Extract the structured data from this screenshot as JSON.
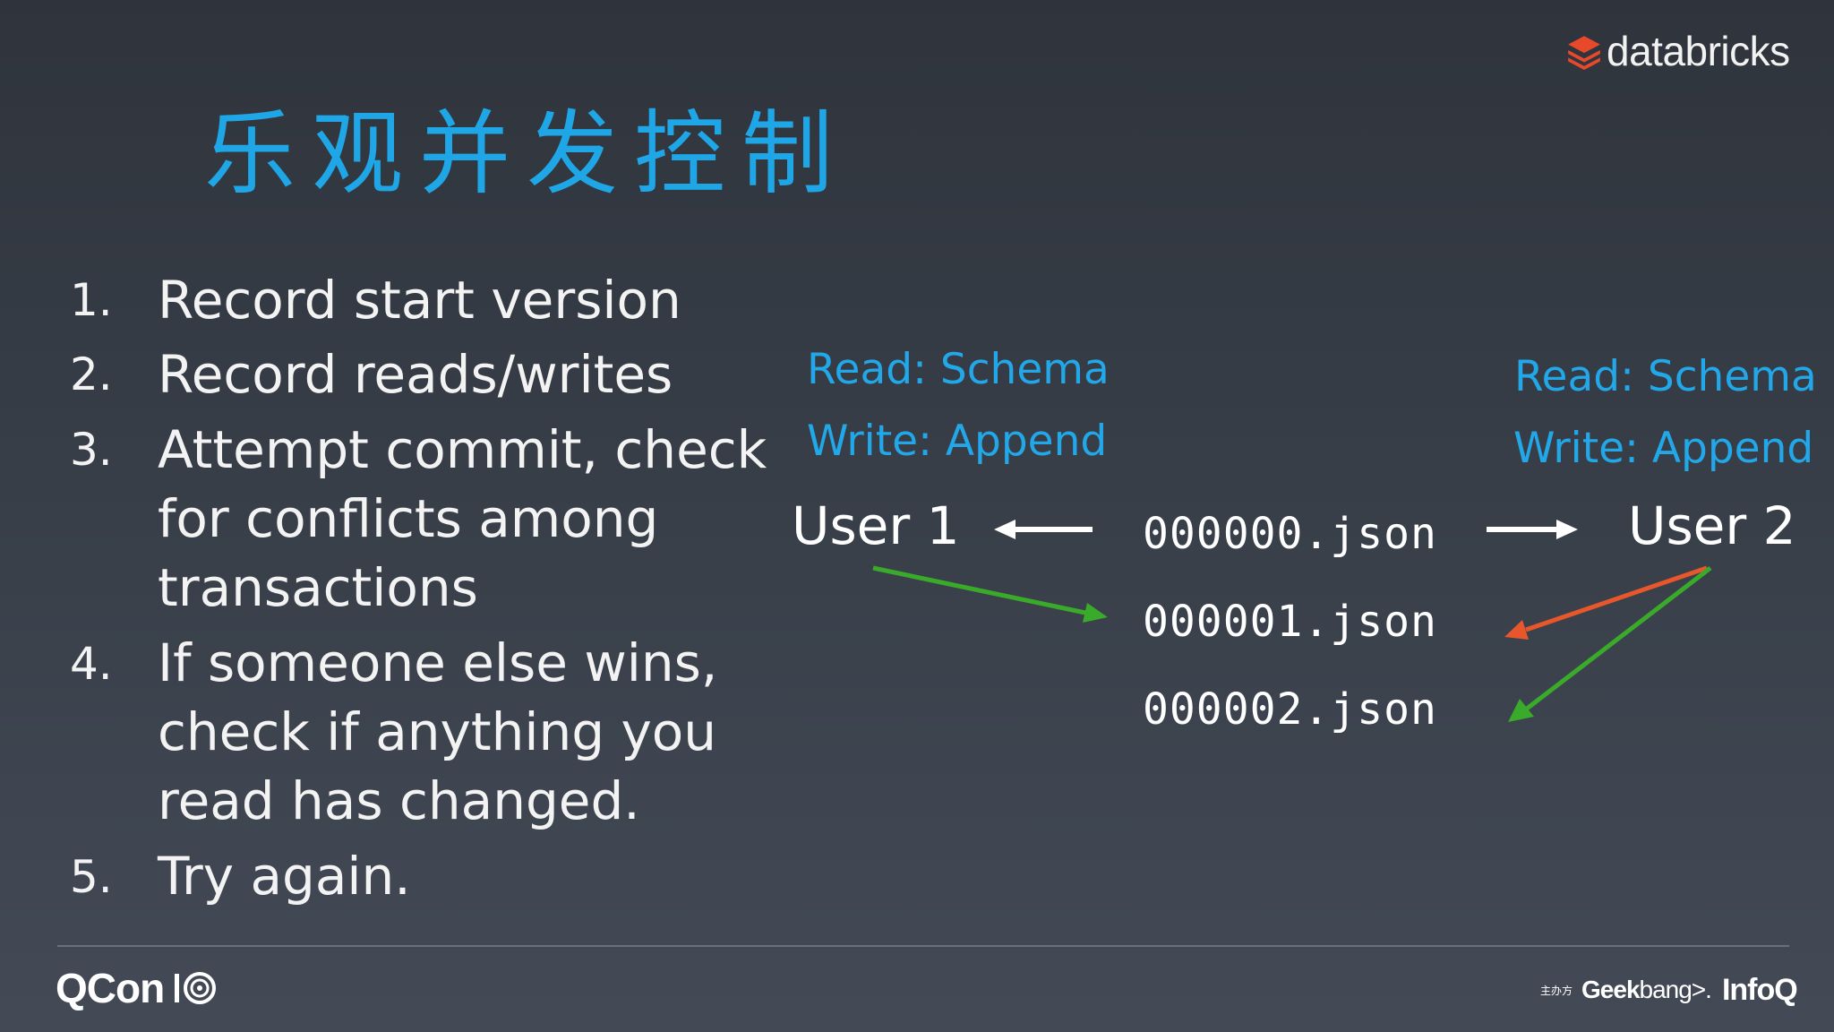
{
  "brand": {
    "name": "databricks",
    "icon": "databricks-logo-icon",
    "color": "#e8492b"
  },
  "title": "乐观并发控制",
  "steps": [
    {
      "num": "1.",
      "lines": [
        "Record start version"
      ]
    },
    {
      "num": "2.",
      "lines": [
        "Record reads/writes"
      ]
    },
    {
      "num": "3.",
      "lines": [
        "Attempt commit, check",
        "for conflicts among",
        "transactions"
      ]
    },
    {
      "num": "4.",
      "lines": [
        "If someone else wins,",
        "check if anything you",
        "read has changed."
      ]
    },
    {
      "num": "5.",
      "lines": [
        "Try again."
      ]
    }
  ],
  "diagram": {
    "user1": {
      "name": "User 1",
      "read": "Read: Schema",
      "write": "Write: Append"
    },
    "user2": {
      "name": "User 2",
      "read": "Read: Schema",
      "write": "Write: Append"
    },
    "files": [
      "000000.json",
      "000001.json",
      "000002.json"
    ],
    "colors": {
      "label": "#22a7e8",
      "success_arrow": "#3aaa2a",
      "conflict_arrow": "#e8562b",
      "read_arrow": "#ffffff"
    }
  },
  "footer": {
    "qcon": "QCon",
    "qcon_badge": "10th-anniversary-badge",
    "sponsor_label": "主办方",
    "geekbang_a": "Geek",
    "geekbang_b": "bang>.",
    "infoq": "InfoQ"
  }
}
